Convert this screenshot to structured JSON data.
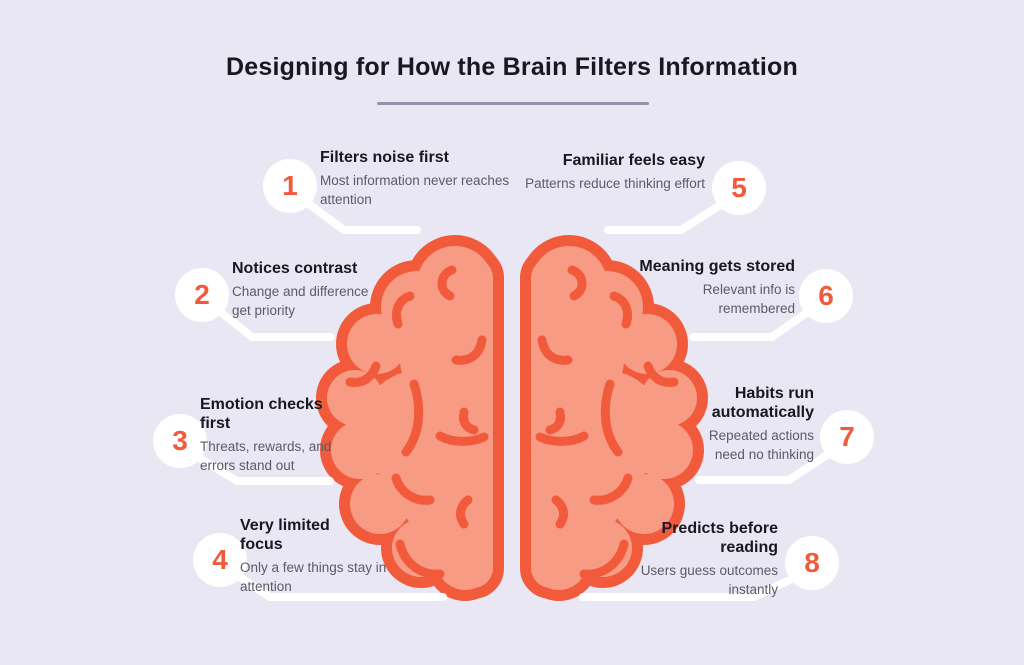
{
  "title": "Designing for How the Brain Filters Information",
  "colors": {
    "background": "#e9e7f3",
    "accent": "#f15b3c",
    "brain_fill": "#f89b85",
    "heading_text": "#181820",
    "body_text": "#585c66",
    "connector": "#ffffff",
    "title_rule": "#9094a6",
    "badge_background": "#ffffff"
  },
  "items": [
    {
      "number": "1",
      "title": "Filters noise first",
      "body": "Most information never reaches attention"
    },
    {
      "number": "2",
      "title": "Notices contrast",
      "body": "Change and difference get priority"
    },
    {
      "number": "3",
      "title": "Emotion checks first",
      "body": "Threats, rewards, and errors stand out"
    },
    {
      "number": "4",
      "title": "Very limited focus",
      "body": "Only a few things stay in attention"
    },
    {
      "number": "5",
      "title": "Familiar feels easy",
      "body": "Patterns reduce thinking effort"
    },
    {
      "number": "6",
      "title": "Meaning gets stored",
      "body": "Relevant info is remembered"
    },
    {
      "number": "7",
      "title": "Habits run automatically",
      "body": "Repeated actions need no thinking"
    },
    {
      "number": "8",
      "title": "Predicts before reading",
      "body": "Users guess outcomes instantly"
    }
  ]
}
